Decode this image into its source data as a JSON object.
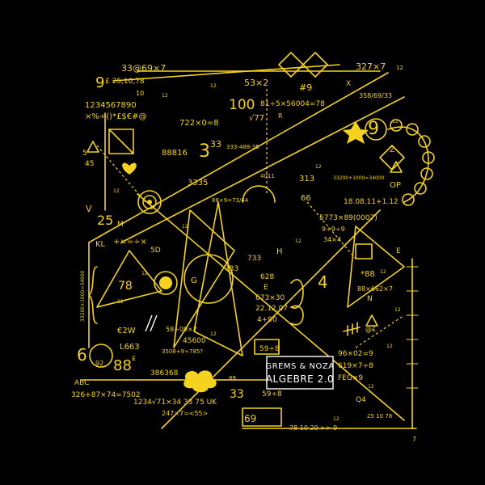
{
  "artwork": {
    "accent": "#f4d21f",
    "background": "#000000",
    "title": {
      "line1": "GREMS & NOZA",
      "line2": "ALGEBRE 2.0"
    },
    "formulas": {
      "f01": "33@69×7",
      "f02": "9",
      "f03": "£ 25,10,78",
      "f04": "327×7",
      "f05": "12",
      "f06": "53×2",
      "f07": "#9",
      "f08": "X",
      "f09": "1234567890",
      "f10": "×%÷()*£$€#@",
      "f11": "10",
      "f12": "100",
      "f13": "81÷5×56004=78",
      "f14": "√77",
      "f15": "R",
      "f16": "358/69/33",
      "f17": "722×0=8",
      "f18": "88816",
      "f19": "3",
      "f20": "33",
      "f21": "333-488-35",
      "f22": "5",
      "f23": "45",
      "f24": "9",
      "f25": "Z",
      "f26": "3335",
      "f27": "4011",
      "f28": "313",
      "f29": "33200+1000=34000",
      "f30": "18.08.11+1.12",
      "f31": "OP",
      "f32": "88×9=73/44",
      "f33": "V",
      "f34": "25",
      "f35": "M",
      "f36": "66",
      "f37": "5773×89(0007)",
      "f38": "9÷9÷9",
      "f39": "34×4",
      "f40": "KL",
      "f41": "+×=÷×",
      "f42": "5D",
      "f43": "733",
      "f44": "733",
      "f45": "H",
      "f46": "E",
      "f47": "33200+1000=34000",
      "f48": "78",
      "f49": "G",
      "f50": "628",
      "f51": "4",
      "f52": "*88",
      "f53": "88×662×7",
      "f54": "N",
      "f55": "E",
      "f56": "673×30",
      "f57": "22.12.07",
      "f58": "4+90",
      "f59": "€2W",
      "f60": "58÷09×7",
      "f61": "45600",
      "f62": "@£",
      "f63": "L663",
      "f64": "3508+9÷785?",
      "f65": "59÷8",
      "f66": "96×02=9",
      "f67": "6",
      "f68": "92",
      "f69": "88",
      "f70": "£",
      "f71": "619×7÷8",
      "f72": "386368",
      "f73": "FEG×9",
      "f74": "ABC",
      "f75": "326+87×74=7502",
      "f76": "33",
      "f77": "59÷8",
      "f78": "Q4",
      "f79": "1234√71×34 33 75 UK",
      "f80": "247×7=<55>",
      "f81": "69",
      "f82": "78 10 20 >> 9",
      "f83": "25 10 78",
      "f84": "7",
      "f85": "89"
    }
  }
}
